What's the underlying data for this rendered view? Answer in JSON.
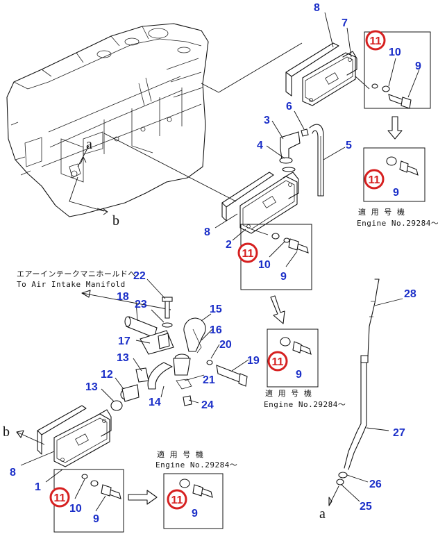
{
  "callouts": {
    "c8_top": "8",
    "c7": "7",
    "c11_a": "11",
    "c10_a": "10",
    "c9_a": "9",
    "c6": "6",
    "c3": "3",
    "c5": "5",
    "c4": "4",
    "c11_b": "11",
    "c9_b": "9",
    "c8_mid": "8",
    "c2": "2",
    "c11_c": "11",
    "c10_c": "10",
    "c9_c": "9",
    "c22": "22",
    "c18": "18",
    "c23": "23",
    "c15": "15",
    "c16": "16",
    "c17": "17",
    "c20": "20",
    "c13_a": "13",
    "c19": "19",
    "c21": "21",
    "c12": "12",
    "c13_b": "13",
    "c14": "14",
    "c24": "24",
    "c11_d": "11",
    "c9_d": "9",
    "c28": "28",
    "c27": "27",
    "c26": "26",
    "c25": "25",
    "c8_bot": "8",
    "c1": "1",
    "c11_e": "11",
    "c10_e": "10",
    "c9_e": "9",
    "c11_f": "11",
    "c9_f": "9"
  },
  "letters": {
    "a_engine": "a",
    "b_engine": "b",
    "b_cover": "b",
    "a_dipstick": "a"
  },
  "notes": {
    "manifold_jp": "エアーインテークマニホールドへ",
    "manifold_en": "To Air Intake Manifold",
    "applicable_jp_1": "適 用 号 機",
    "engine_no_1": "Engine No.29284～",
    "applicable_jp_2": "適 用 号 機",
    "engine_no_2": "Engine No.29284～",
    "applicable_jp_3": "適 用 号 機",
    "engine_no_3": "Engine No.29284～"
  },
  "colors": {
    "callout": "#1a2ec8",
    "highlight_circle": "#d62020",
    "line": "#111111"
  }
}
